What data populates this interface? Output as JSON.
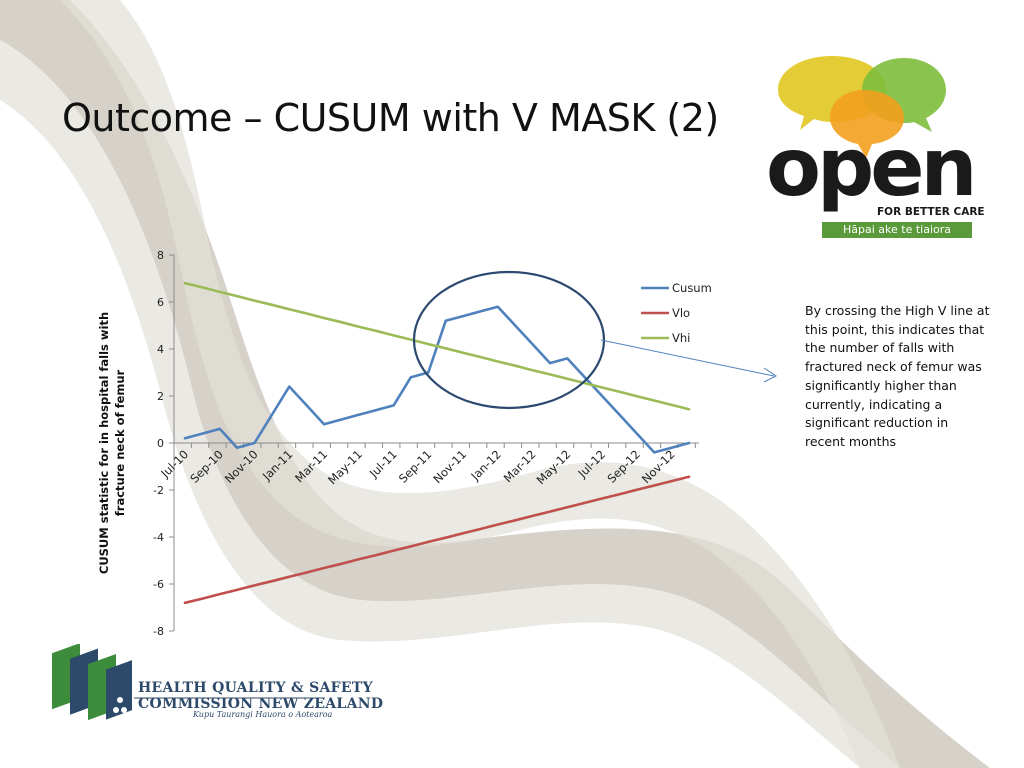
{
  "slide": {
    "title": "Outcome – CUSUM with V MASK (2)",
    "annotation": "By crossing the High V line at this point, this indicates that the number of falls with fractured neck of femur was significantly higher than currently, indicating a significant reduction in recent months"
  },
  "logos": {
    "open": {
      "word": "open",
      "tagline": "FOR BETTER CARE",
      "maori": "Hāpai ake te tiaiora",
      "colors": {
        "yellow": "#E2C92A",
        "green": "#7DBE3C",
        "orange": "#F2A01E",
        "bar": "#5A9A3A"
      }
    },
    "hqsc": {
      "line1": "HEALTH QUALITY & SAFETY",
      "line2": "COMMISSION NEW ZEALAND",
      "line3": "Kupu Taurangi Hauora o Aotearoa",
      "colors": {
        "green": "#3C8C3C",
        "navy": "#2D4A6A"
      }
    }
  },
  "chart_data": {
    "type": "line",
    "title": "",
    "xlabel": "",
    "ylabel": "CUSUM statistic for in hospital falls with fracture neck of femur",
    "ylim": [
      -8,
      8
    ],
    "yticks": [
      8,
      6,
      4,
      2,
      0,
      -2,
      -4,
      -6,
      -8
    ],
    "x_tick_labels": [
      "Jul-10",
      "Sep-10",
      "Nov-10",
      "Jan-11",
      "Mar-11",
      "May-11",
      "Jul-11",
      "Sep-11",
      "Nov-11",
      "Jan-12",
      "Mar-12",
      "May-12",
      "Jul-12",
      "Sep-12",
      "Nov-12"
    ],
    "categories": [
      "Jul-10",
      "Aug-10",
      "Sep-10",
      "Oct-10",
      "Nov-10",
      "Dec-10",
      "Jan-11",
      "Feb-11",
      "Mar-11",
      "Apr-11",
      "May-11",
      "Jun-11",
      "Jul-11",
      "Aug-11",
      "Sep-11",
      "Oct-11",
      "Nov-11",
      "Dec-11",
      "Jan-12",
      "Feb-12",
      "Mar-12",
      "Apr-12",
      "May-12",
      "Jun-12",
      "Jul-12",
      "Aug-12",
      "Sep-12",
      "Oct-12",
      "Nov-12",
      "Dec-12"
    ],
    "series": [
      {
        "name": "Cusum",
        "color": "#4F81BD",
        "values": [
          0.2,
          0.4,
          0.6,
          -0.2,
          0.0,
          1.2,
          2.4,
          1.6,
          0.8,
          1.0,
          1.2,
          1.4,
          1.6,
          2.8,
          3.0,
          5.2,
          5.4,
          5.6,
          5.8,
          5.0,
          4.2,
          3.4,
          3.6,
          2.8,
          2.0,
          1.2,
          0.4,
          -0.4,
          -0.2,
          0.0
        ]
      },
      {
        "name": "Vlo",
        "color": "#C0504D",
        "values": [
          -6.8,
          -6.62,
          -6.43,
          -6.25,
          -6.06,
          -5.88,
          -5.69,
          -5.51,
          -5.32,
          -5.14,
          -4.95,
          -4.77,
          -4.58,
          -4.4,
          -4.21,
          -4.03,
          -3.84,
          -3.66,
          -3.47,
          -3.29,
          -3.1,
          -2.92,
          -2.73,
          -2.55,
          -2.36,
          -2.18,
          -1.99,
          -1.81,
          -1.62,
          -1.44
        ]
      },
      {
        "name": "Vhi",
        "color": "#9BBB59",
        "values": [
          6.8,
          6.62,
          6.43,
          6.25,
          6.06,
          5.88,
          5.69,
          5.51,
          5.32,
          5.14,
          4.95,
          4.77,
          4.58,
          4.4,
          4.21,
          4.03,
          3.84,
          3.66,
          3.47,
          3.29,
          3.1,
          2.92,
          2.73,
          2.55,
          2.36,
          2.18,
          1.99,
          1.81,
          1.62,
          1.44
        ]
      }
    ],
    "legend": "right",
    "grid": false,
    "highlight": {
      "shape": "ellipse",
      "color": "#2C4A70",
      "around": [
        "Oct-11",
        "Jun-12"
      ]
    }
  }
}
